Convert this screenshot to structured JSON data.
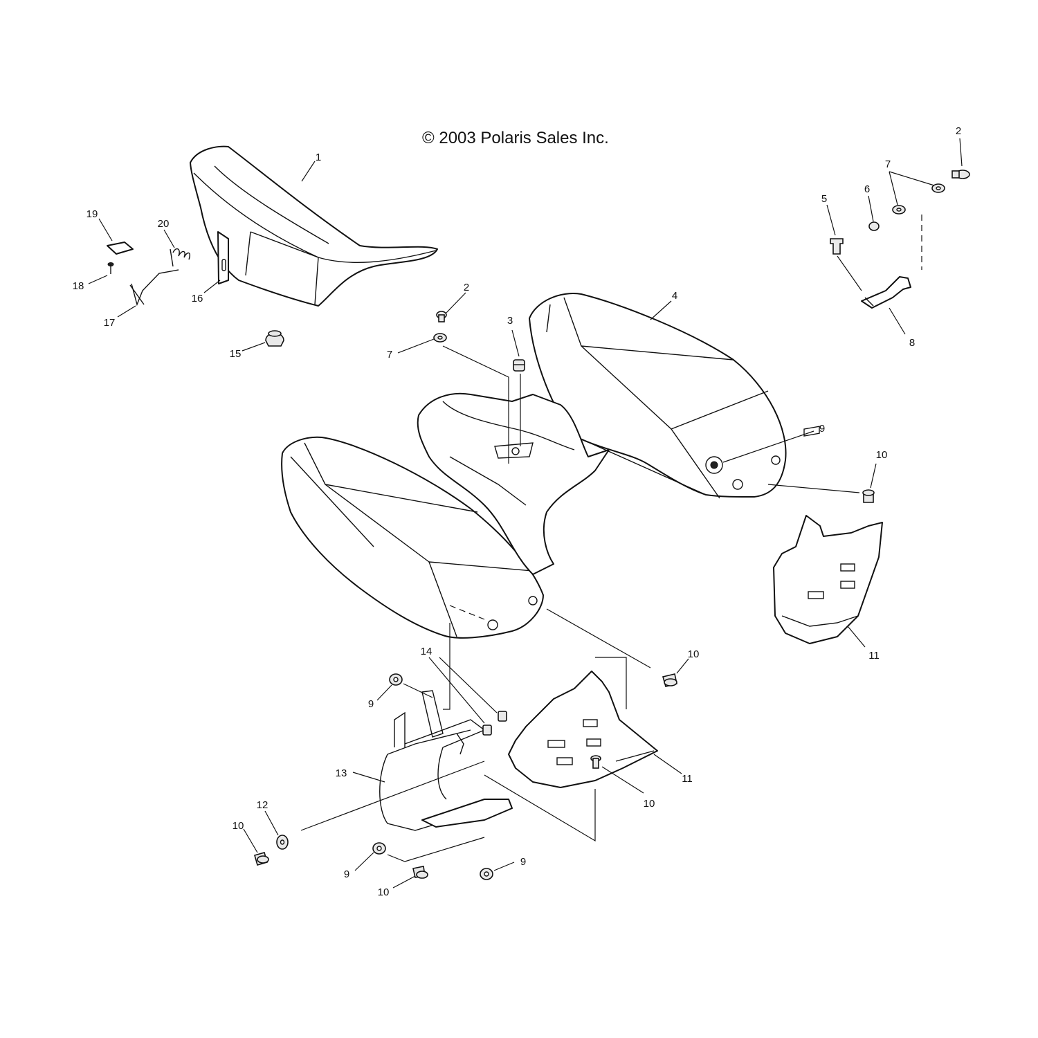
{
  "copyright": "© 2003 Polaris Sales Inc.",
  "callouts": {
    "seat": "1",
    "screw_top_right": "2",
    "screw_center": "2",
    "grommet": "3",
    "rear_fender": "4",
    "bushing": "5",
    "nut": "6",
    "washer_top_right": "7",
    "washer_center": "7",
    "bracket": "8",
    "nut_fender": "9",
    "nut_left_upper": "9",
    "nut_left_lower": "9",
    "nut_bottom": "9",
    "bolt_right_upper": "10",
    "bolt_right_middle": "10",
    "bolt_heat_shield": "10",
    "bolt_left": "10",
    "bolt_bottom": "10",
    "heat_shield_right": "11",
    "heat_shield_lower": "11",
    "washer_left": "12",
    "support_frame": "13",
    "spacers": "14",
    "bumper": "15",
    "seat_bracket": "16",
    "latch": "17",
    "rivet": "18",
    "latch_plate": "19",
    "spring": "20"
  }
}
